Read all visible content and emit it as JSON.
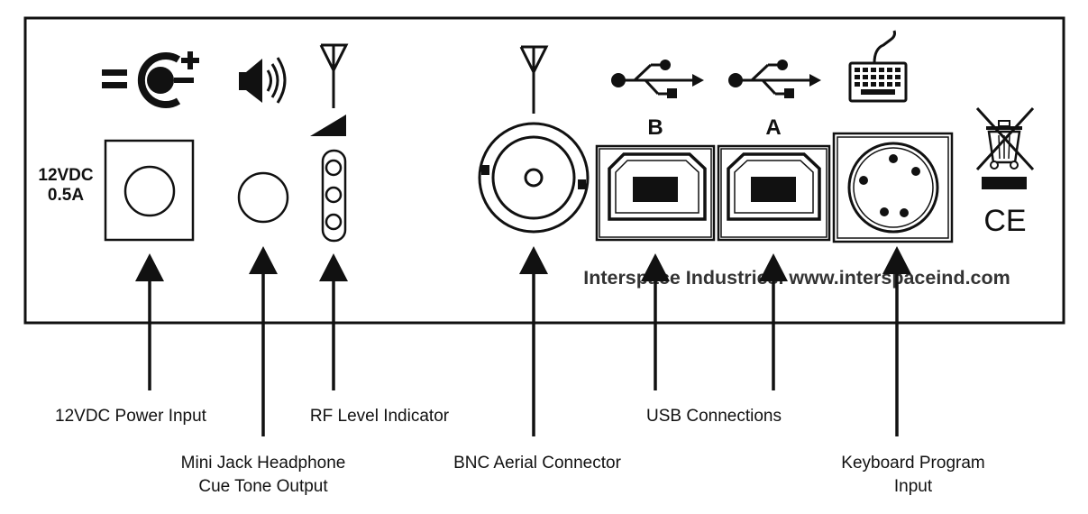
{
  "panel": {
    "power_rating_line1": "12VDC",
    "power_rating_line2": "0.5A",
    "usb_b_label": "B",
    "usb_a_label": "A",
    "brand_text": "Interspace Industries. www.interspaceind.com",
    "compliance_mark": "CE"
  },
  "icons": [
    "dc-power-polarity-icon",
    "speaker-icon",
    "antenna-icon",
    "rf-level-ramp-icon",
    "usb-icon",
    "keyboard-icon",
    "weee-crossed-bin-icon"
  ],
  "callouts": {
    "power": "12VDC Power Input",
    "headphone_line1": "Mini Jack Headphone",
    "headphone_line2": "Cue Tone Output",
    "rf": "RF Level Indicator",
    "bnc": "BNC Aerial Connector",
    "usb": "USB Connections",
    "keyboard_line1": "Keyboard Program",
    "keyboard_line2": "Input"
  }
}
